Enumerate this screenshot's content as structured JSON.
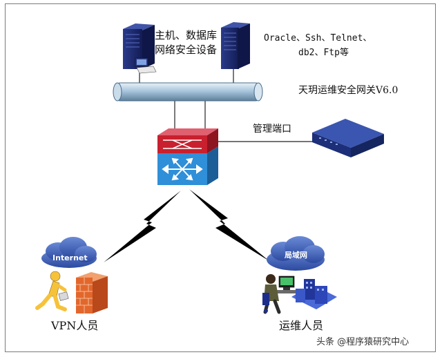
{
  "labels": {
    "hosts": "主机、数据库",
    "network_devices": "网络安全设备",
    "protocols_line1": "Oracle、Ssh、Telnet、",
    "protocols_line2": "db2、Ftp等",
    "gateway": "天玥运维安全网关V6.0",
    "mgmt_port": "管理端口",
    "vpn_user": "VPN人员",
    "ops_user": "运维人员",
    "internet_cloud": "Internet",
    "lan_cloud": "局域网",
    "watermark": "头条 @程序猿研究中心"
  },
  "colors": {
    "cloud": "#3a5db3",
    "bus": "#a9c6dd",
    "switch_top": "#c8202e",
    "switch_bottom": "#2f8fd8",
    "appliance": "#233a86",
    "server": "#1c2a6e"
  },
  "icons": [
    "server-icon",
    "network-bus-icon",
    "switch-icon",
    "appliance-icon",
    "cloud-icon",
    "firewall-icon",
    "running-person-icon",
    "operator-workstation-icon",
    "lightning-link-icon"
  ]
}
